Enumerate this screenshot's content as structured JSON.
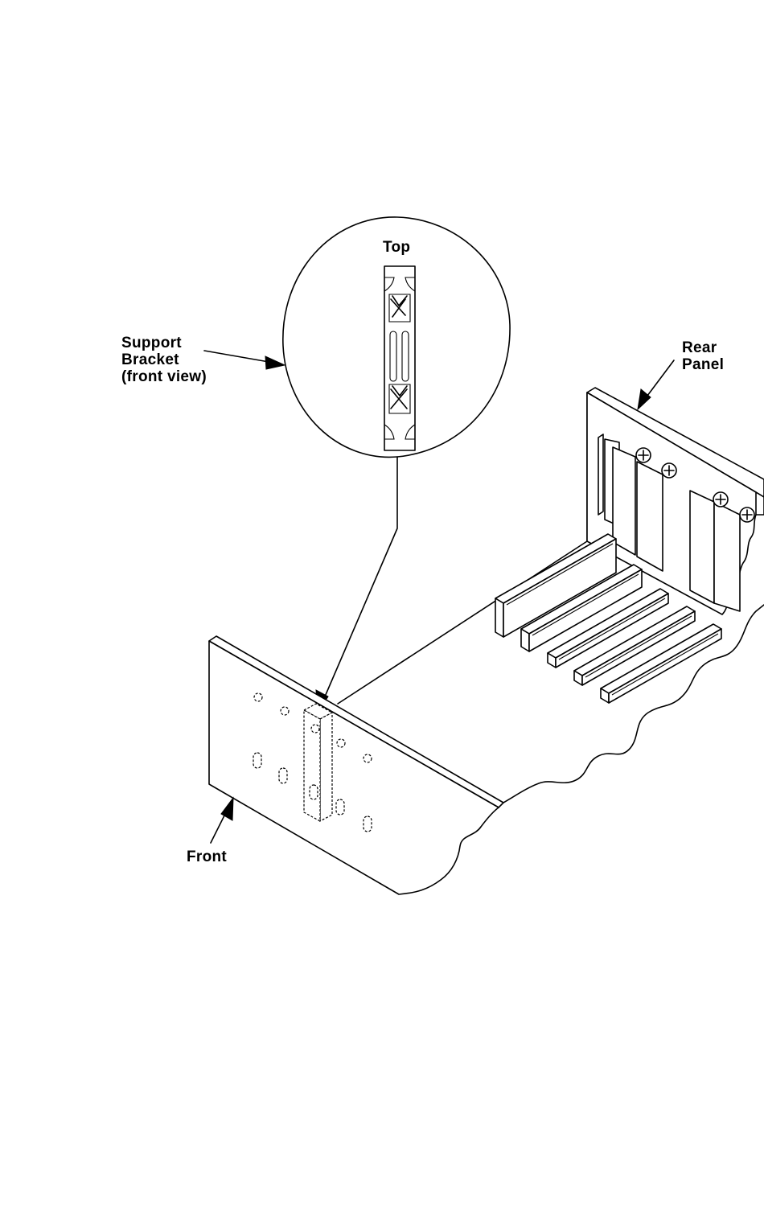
{
  "labels": {
    "top": "Top",
    "support_bracket": [
      "Support",
      "Bracket",
      "(front view)"
    ],
    "rear_panel": [
      "Rear",
      "Panel"
    ],
    "front": "Front"
  }
}
